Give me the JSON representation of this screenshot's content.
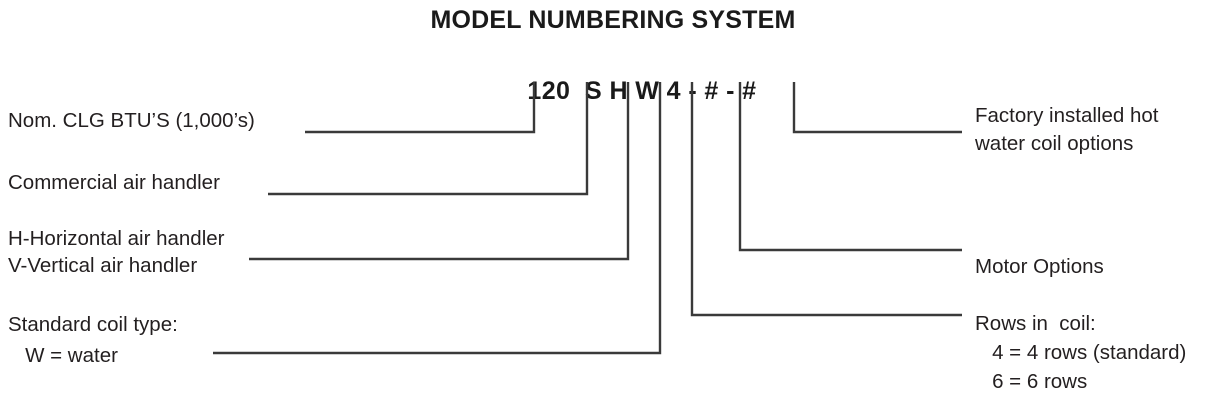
{
  "title": "MODEL NUMBERING SYSTEM",
  "model_code": {
    "full": "120 S H W 4 - # - #",
    "segments": [
      {
        "id": "btu",
        "text": "120"
      },
      {
        "id": "series",
        "text": "S"
      },
      {
        "id": "orient",
        "text": "H"
      },
      {
        "id": "coil",
        "text": "W"
      },
      {
        "id": "rows",
        "text": "4"
      },
      {
        "id": "dash1",
        "text": "-"
      },
      {
        "id": "motor",
        "text": "#"
      },
      {
        "id": "dash2",
        "text": "-"
      },
      {
        "id": "hotwater",
        "text": "#"
      }
    ]
  },
  "left_labels": [
    {
      "id": "btu",
      "line1": "Nom. CLG BTU’S (1,000’s)",
      "line2": ""
    },
    {
      "id": "series",
      "line1": "Commercial air handler",
      "line2": ""
    },
    {
      "id": "orient",
      "line1": "H-Horizontal air handler",
      "line2": "V-Vertical air handler"
    },
    {
      "id": "coil",
      "line1": "Standard coil type:",
      "line2": "   W = water"
    }
  ],
  "right_labels": [
    {
      "id": "hotwater",
      "line1": "Factory installed hot",
      "line2": "water coil options",
      "line3": ""
    },
    {
      "id": "motor",
      "line1": "Motor Options",
      "line2": "",
      "line3": ""
    },
    {
      "id": "rows",
      "line1": "Rows in  coil:",
      "line2": "   4 = 4 rows (standard)",
      "line3": "   6 = 6 rows"
    }
  ],
  "colors": {
    "text": "#231f20",
    "leader": "#3a3a3a",
    "background": "#ffffff"
  }
}
